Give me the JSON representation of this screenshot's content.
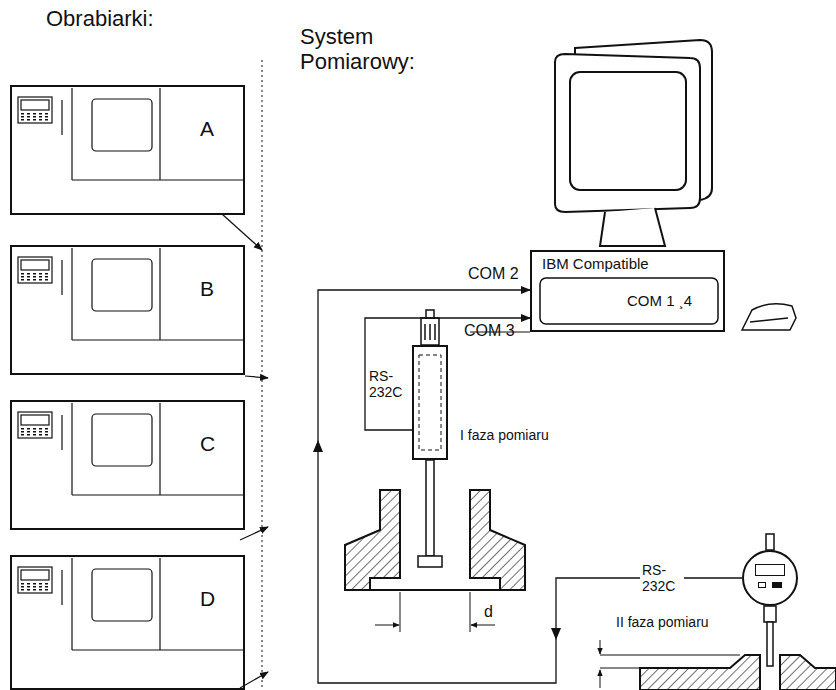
{
  "diagram": {
    "nodes": [
      {
        "text": [
          "A"
        ]
      },
      {
        "text": [
          "B"
        ]
      },
      {
        "text": [
          "C"
        ]
      },
      {
        "text": [
          "D"
        ]
      },
      {
        "text": [
          "IBM Compatible",
          "COM 1 ¸4"
        ]
      },
      {
        "text": [
          "I faza pomiaru"
        ]
      },
      {
        "text": [
          "II faza pomiaru"
        ]
      }
    ],
    "edges": [
      {
        "from": 5,
        "to": 4,
        "arrow": "to",
        "label": "RS- 232C"
      },
      {
        "from": 6,
        "to": 4,
        "arrow": "to",
        "label": "RS- 232C"
      }
    ],
    "labels": [
      "Obrabiarki:",
      "System Pomiarowy:",
      "COM 2",
      "COM 3",
      "d"
    ]
  }
}
